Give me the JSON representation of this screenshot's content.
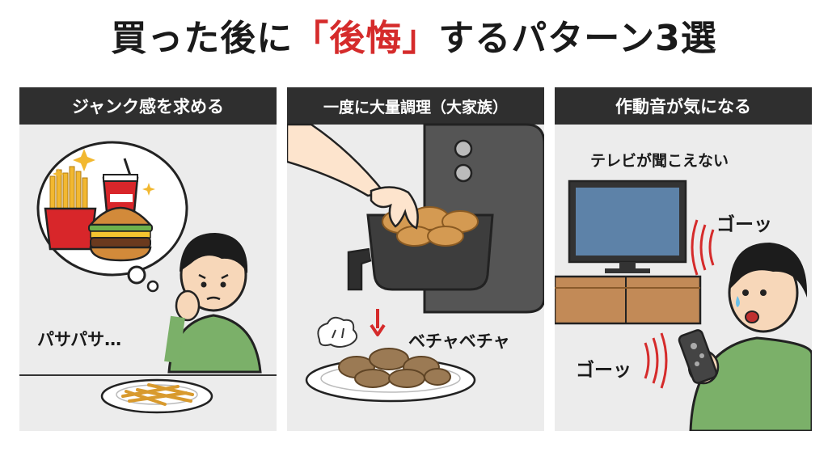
{
  "title": {
    "part1": "買った後に",
    "accent": "「後悔」",
    "part2": "するパターン3選"
  },
  "panels": [
    {
      "header": "ジャンク感を求める",
      "sound_text": "パサパサ…",
      "icons": [
        "thought-bubble",
        "fries",
        "burger",
        "soda",
        "sparkle",
        "sad-boy",
        "fries-plate"
      ]
    },
    {
      "header": "一度に大量調理（大家族）",
      "sound_text": "ベチャベチャ",
      "icons": [
        "air-fryer",
        "hand",
        "fried-food-basket",
        "steam",
        "down-arrow",
        "soggy-food-plate"
      ]
    },
    {
      "header": "作動音が気になる",
      "caption": "テレビが聞こえない",
      "sound_text_top": "ゴーッ",
      "sound_text_bottom": "ゴーッ",
      "icons": [
        "tv",
        "tv-stand",
        "remote",
        "surprised-boy",
        "sound-waves"
      ]
    }
  ],
  "colors": {
    "accent": "#d52b2b",
    "header_bg": "#2f2f2f",
    "panel_bg": "#ececec",
    "shirt": "#7bb069"
  }
}
